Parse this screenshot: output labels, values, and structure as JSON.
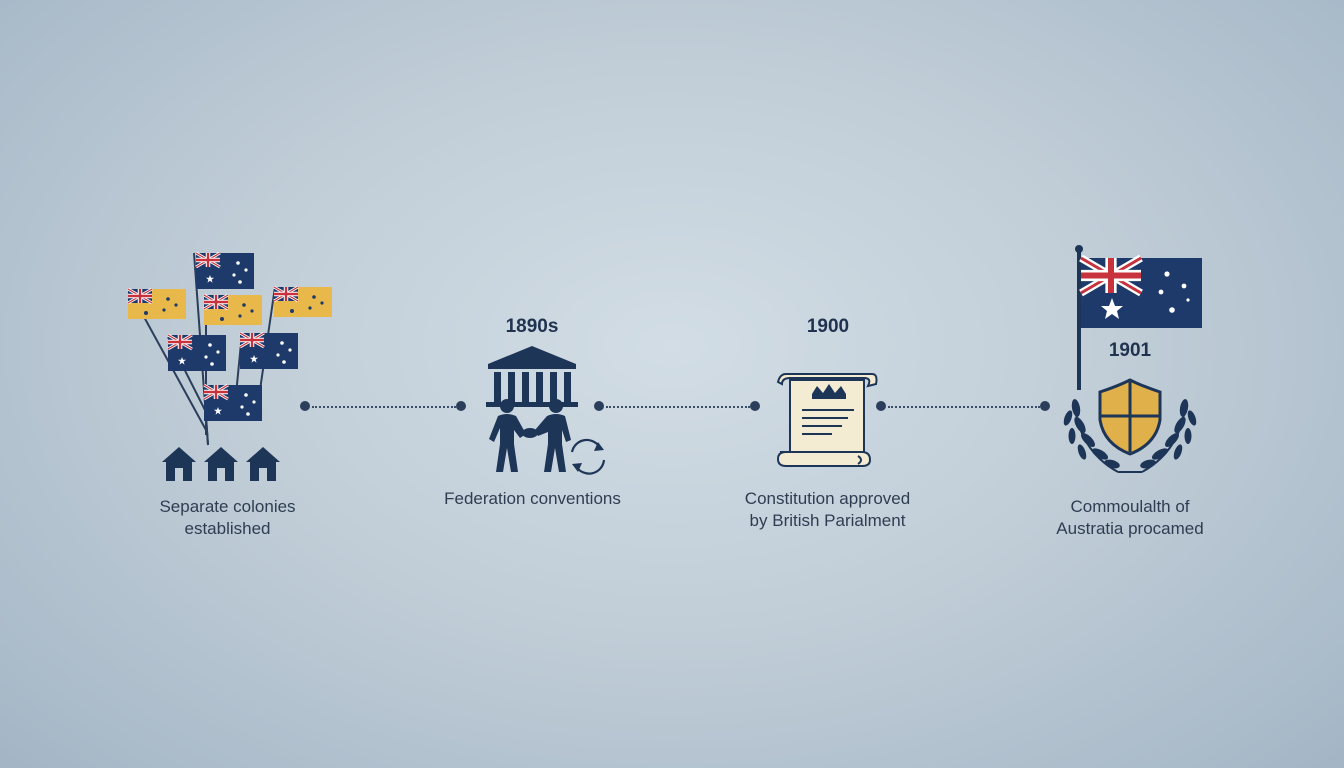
{
  "timeline": {
    "colors": {
      "navy": "#1d3557",
      "flag_blue": "#1e3a6b",
      "gold": "#e8b84a",
      "red": "#c8323c",
      "connector": "#2b3f5c"
    },
    "events": [
      {
        "year": "",
        "icon": "colony-flags-and-houses-icon",
        "caption_lines": [
          "Separate colonies",
          "established"
        ]
      },
      {
        "year": "1890s",
        "icon": "parliament-handshake-icon",
        "caption_lines": [
          "Federation conventions"
        ]
      },
      {
        "year": "1900",
        "icon": "constitution-scroll-icon",
        "caption_lines": [
          "Constitution approved",
          "by British Parialment"
        ]
      },
      {
        "year": "1901",
        "icon": "flag-and-shield-laurel-icon",
        "caption_lines": [
          "Commoulalth of",
          "Austratia procamed"
        ]
      }
    ]
  }
}
